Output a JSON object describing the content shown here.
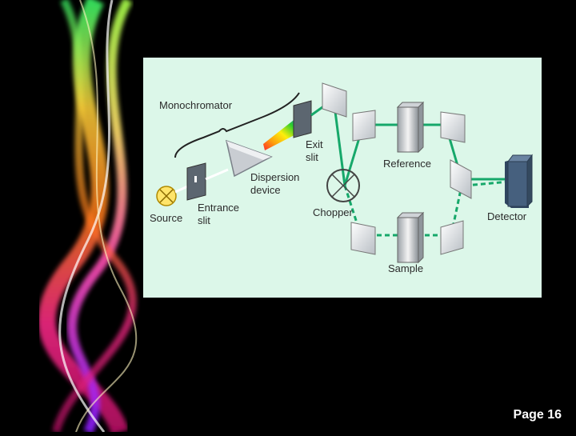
{
  "diagram": {
    "labels": {
      "monochromator": "Monochromator",
      "exit_slit_line1": "Exit",
      "exit_slit_line2": "slit",
      "dispersion_line1": "Dispersion",
      "dispersion_line2": "device",
      "entrance_line1": "Entrance",
      "entrance_line2": "slit",
      "source": "Source",
      "chopper": "Chopper",
      "reference": "Reference",
      "sample": "Sample",
      "detector": "Detector"
    },
    "colors": {
      "panel_bg": "#dcf7e9",
      "beam": "#16a86a",
      "detector": "#46607e"
    }
  },
  "footer": {
    "page_label": "Page 16"
  }
}
